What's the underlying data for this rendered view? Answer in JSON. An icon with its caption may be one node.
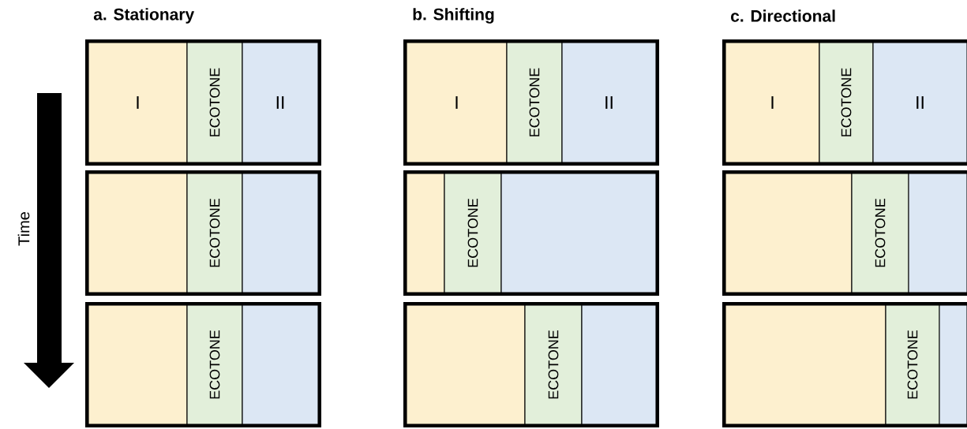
{
  "diagram": {
    "nodes": [
      {
        "text": [],
        "shape": "box"
      },
      {
        "text": [
          "I"
        ],
        "in": 0
      },
      {
        "text": [
          "ECOTONE"
        ],
        "in": 0
      },
      {
        "text": [
          "II"
        ],
        "in": 0
      },
      {
        "text": [],
        "shape": "box"
      },
      {
        "text": [],
        "shape": "box",
        "in": 4
      },
      {
        "text": [
          "ECOTONE"
        ],
        "in": 4
      },
      {
        "text": [],
        "shape": "box",
        "in": 4
      },
      {
        "text": [],
        "shape": "box"
      },
      {
        "text": [],
        "shape": "box",
        "in": 8
      },
      {
        "text": [
          "ECOTONE"
        ],
        "in": 8
      },
      {
        "text": [],
        "shape": "box",
        "in": 8
      },
      {
        "text": [],
        "shape": "box"
      },
      {
        "text": [
          "I"
        ],
        "in": 12
      },
      {
        "text": [
          "ECOTONE"
        ],
        "in": 12
      },
      {
        "text": [
          "II"
        ],
        "in": 12
      },
      {
        "text": [],
        "shape": "box"
      },
      {
        "text": [],
        "shape": "box",
        "in": 16
      },
      {
        "text": [
          "ECOTONE"
        ],
        "in": 16
      },
      {
        "text": [],
        "shape": "box",
        "in": 16
      },
      {
        "text": [],
        "shape": "box"
      },
      {
        "text": [],
        "shape": "box",
        "in": 20
      },
      {
        "text": [
          "ECOTONE"
        ],
        "in": 20
      },
      {
        "text": [],
        "shape": "box",
        "in": 20
      },
      {
        "text": [],
        "shape": "box"
      },
      {
        "text": [
          "I"
        ],
        "in": 24
      },
      {
        "text": [
          "ECOTONE"
        ],
        "in": 24
      },
      {
        "text": [
          "II"
        ],
        "in": 24
      },
      {
        "text": [],
        "shape": "box"
      },
      {
        "text": [],
        "shape": "box",
        "in": 28
      },
      {
        "text": [
          "ECOTONE"
        ],
        "in": 28
      },
      {
        "text": [],
        "shape": "box",
        "in": 28
      },
      {
        "text": [],
        "shape": "box"
      },
      {
        "text": [],
        "shape": "box",
        "in": 32
      },
      {
        "text": [
          "ECOTONE"
        ],
        "in": 32
      },
      {
        "text": [],
        "shape": "box",
        "in": 32
      }
    ],
    "labels": [
      "a. Stationary",
      "b. Shifting",
      "c. Directional",
      "Time"
    ]
  }
}
